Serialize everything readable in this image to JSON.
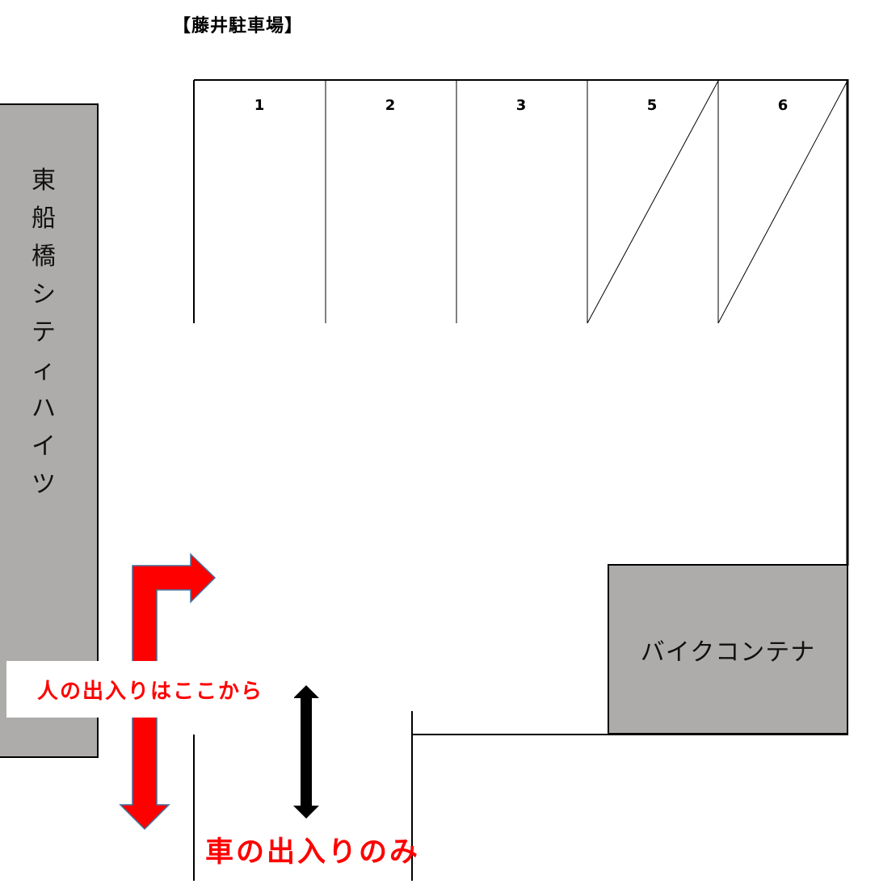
{
  "title": "【藤井駐車場】",
  "building": {
    "label": "東船橋シティハイツ",
    "chars": [
      "東",
      "船",
      "橋",
      "シ",
      "テ",
      "ィ",
      "ハ",
      "イ",
      "ツ"
    ],
    "fill": "#adacaa"
  },
  "parking_slots": [
    {
      "number": "1",
      "status": "available"
    },
    {
      "number": "2",
      "status": "available"
    },
    {
      "number": "3",
      "status": "available"
    },
    {
      "number": "5",
      "status": "crossed-out"
    },
    {
      "number": "6",
      "status": "crossed-out"
    }
  ],
  "bike_container": {
    "label": "バイクコンテナ",
    "fill": "#adacaa"
  },
  "annotations": {
    "pedestrian_entry": "人の出入りはここから",
    "vehicle_entry": "車の出入りのみ"
  },
  "colors": {
    "annotation_red": "#ff0000",
    "arrow_red": "#ff0000",
    "arrow_outline": "#41719c",
    "vehicle_arrow": "#000000",
    "line": "#000000"
  }
}
